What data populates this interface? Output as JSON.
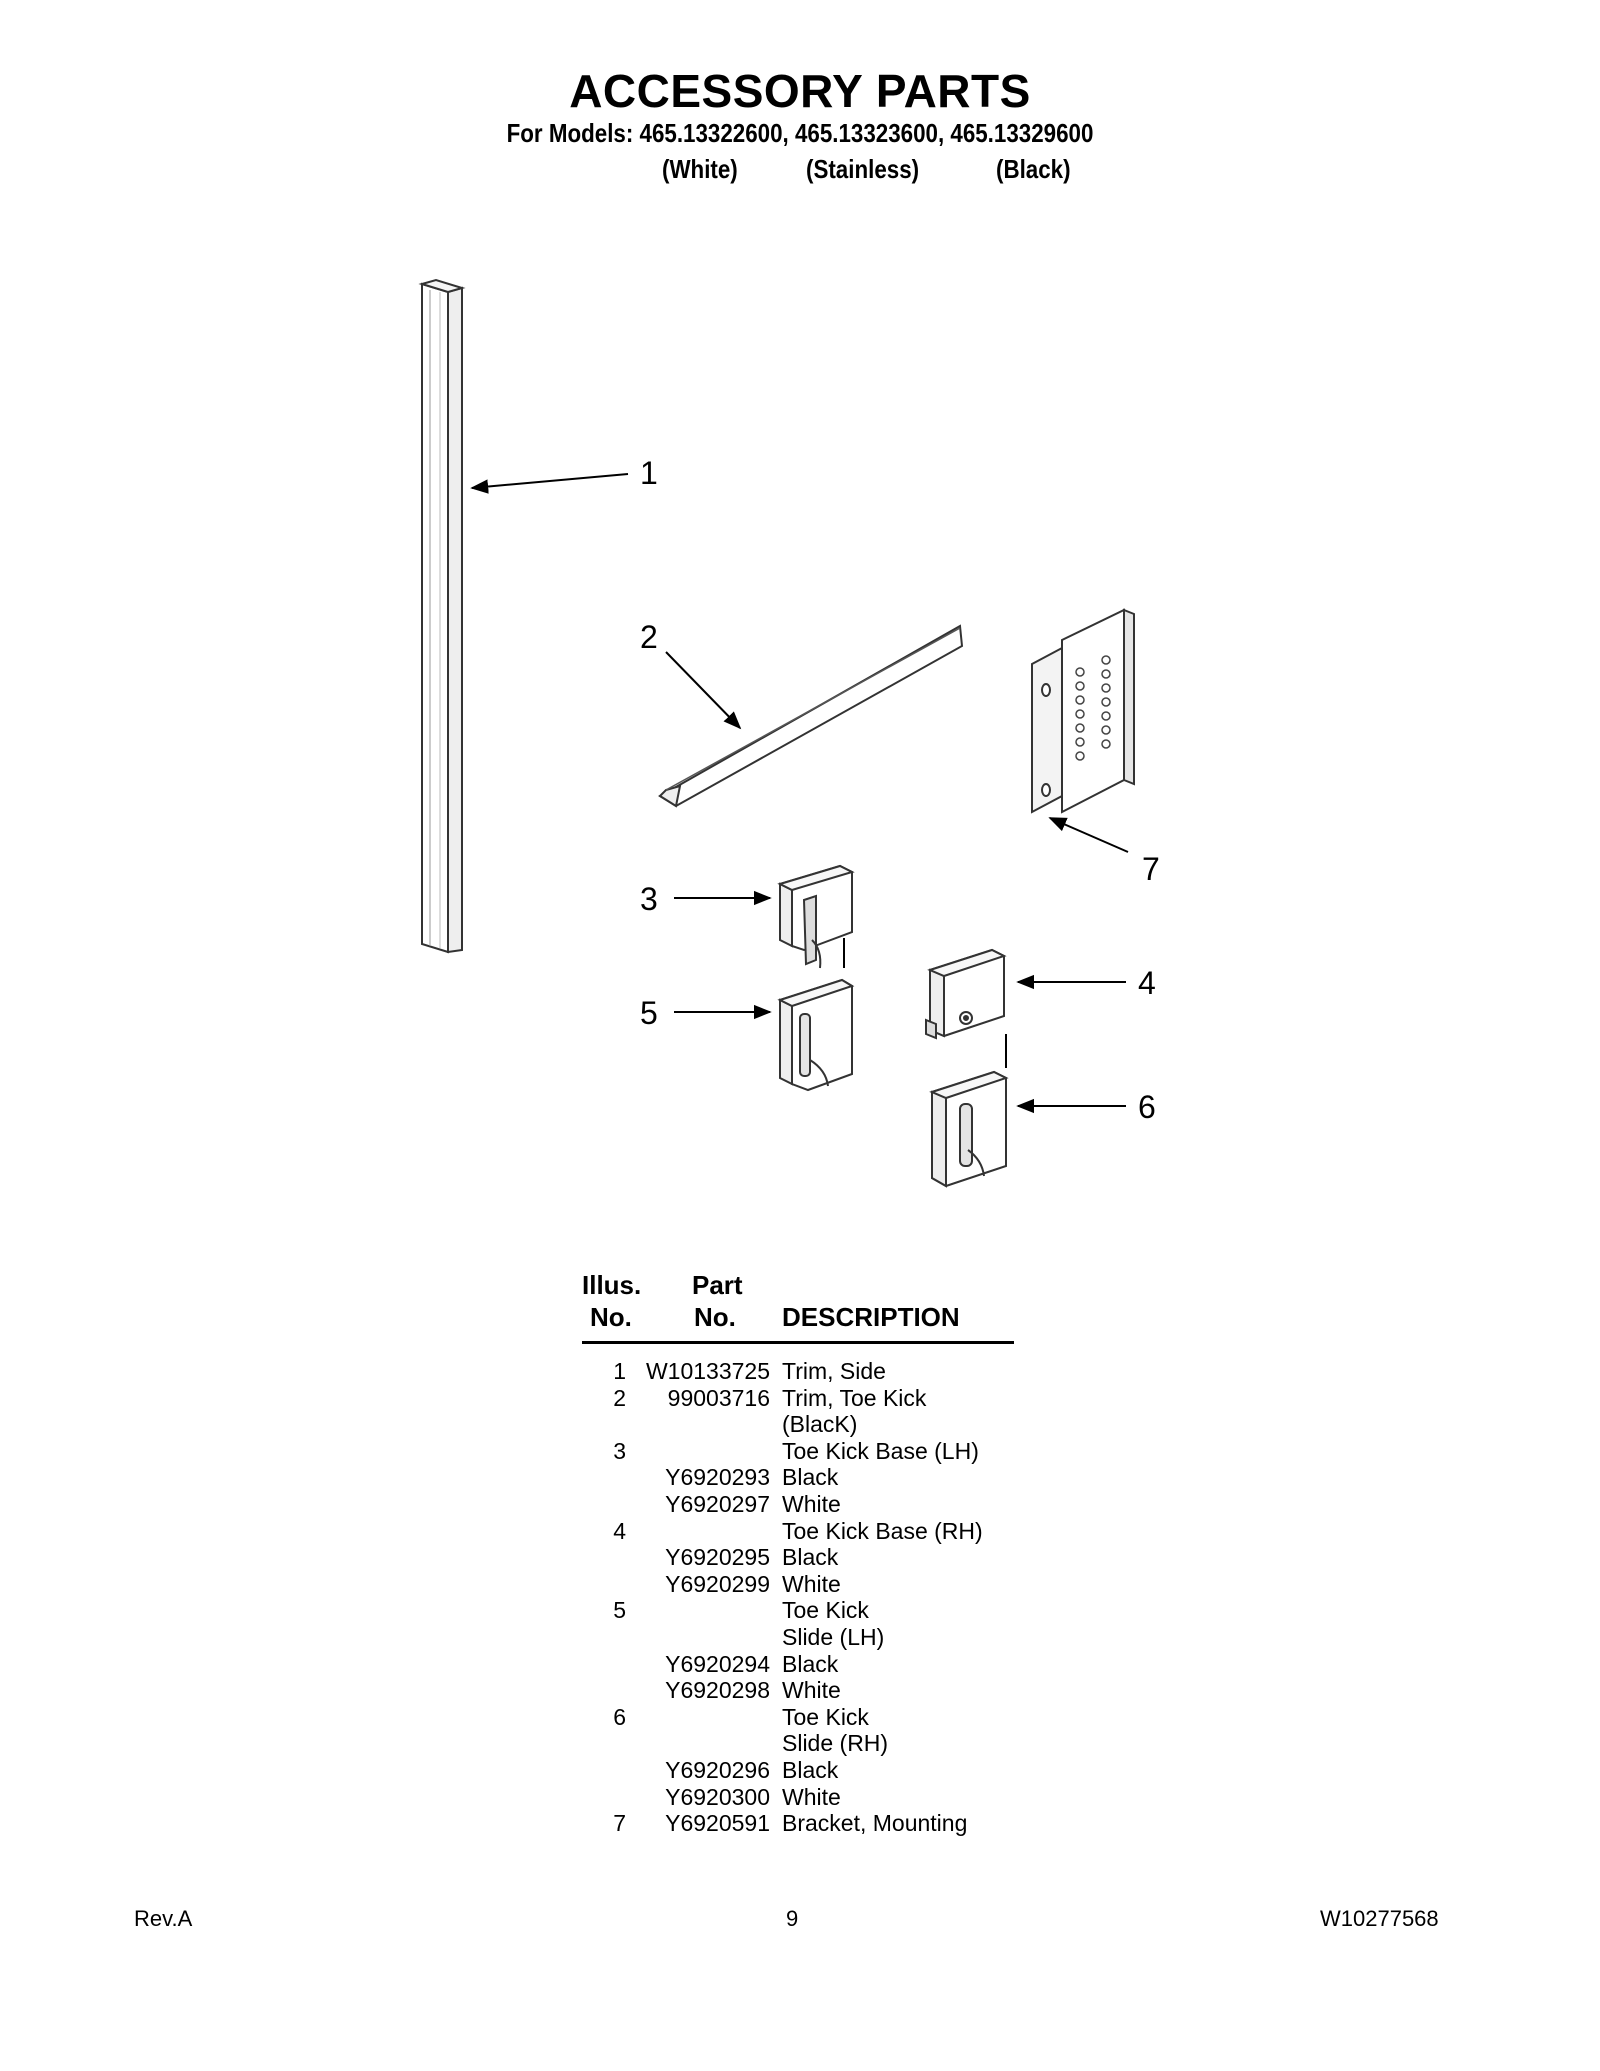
{
  "header": {
    "title": "ACCESSORY PARTS",
    "models_line": "For Models: 465.13322600, 465.13323600, 465.13329600",
    "colors": [
      "(White)",
      "(Stainless)",
      "(Black)"
    ]
  },
  "diagram": {
    "callouts": [
      "1",
      "2",
      "3",
      "4",
      "5",
      "6",
      "7"
    ]
  },
  "table": {
    "headers": {
      "illus_line1": "Illus.",
      "illus_line2": "No.",
      "part_line1": "Part",
      "part_line2": "No.",
      "description": "DESCRIPTION"
    },
    "rows": [
      {
        "illus": "1",
        "part": "W10133725",
        "desc": "Trim, Side"
      },
      {
        "illus": "2",
        "part": "99003716",
        "desc": "Trim, Toe Kick"
      },
      {
        "illus": "",
        "part": "",
        "desc": "(BlacK)"
      },
      {
        "illus": "3",
        "part": "",
        "desc": "Toe Kick Base (LH)"
      },
      {
        "illus": "",
        "part": "Y6920293",
        "desc": "Black"
      },
      {
        "illus": "",
        "part": "Y6920297",
        "desc": "White"
      },
      {
        "illus": "4",
        "part": "",
        "desc": "Toe Kick Base (RH)"
      },
      {
        "illus": "",
        "part": "Y6920295",
        "desc": "Black"
      },
      {
        "illus": "",
        "part": "Y6920299",
        "desc": "White"
      },
      {
        "illus": "5",
        "part": "",
        "desc": "Toe Kick"
      },
      {
        "illus": "",
        "part": "",
        "desc": "Slide (LH)"
      },
      {
        "illus": "",
        "part": "Y6920294",
        "desc": "Black"
      },
      {
        "illus": "",
        "part": "Y6920298",
        "desc": "White"
      },
      {
        "illus": "6",
        "part": "",
        "desc": "Toe Kick"
      },
      {
        "illus": "",
        "part": "",
        "desc": "Slide (RH)"
      },
      {
        "illus": "",
        "part": "Y6920296",
        "desc": "Black"
      },
      {
        "illus": "",
        "part": "Y6920300",
        "desc": "White"
      },
      {
        "illus": "7",
        "part": "Y6920591",
        "desc": "Bracket, Mounting"
      }
    ]
  },
  "footer": {
    "revision": "Rev.A",
    "page_number": "9",
    "doc_number": "W10277568"
  }
}
